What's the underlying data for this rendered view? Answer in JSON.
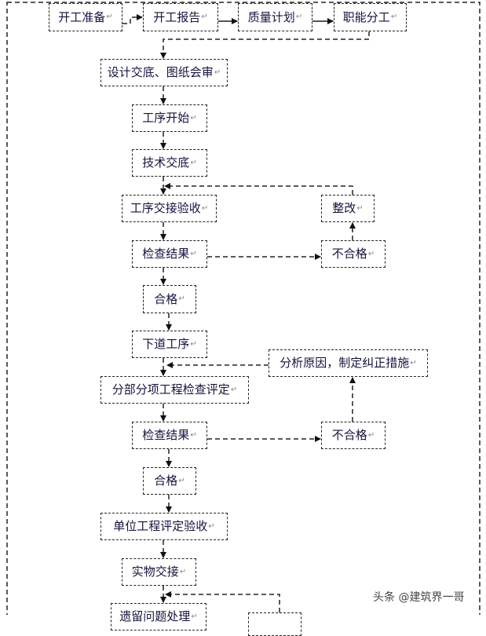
{
  "diagram": {
    "title_hidden": false,
    "nodes": [
      {
        "id": "kaigong-zhunbei",
        "label": "开工准备"
      },
      {
        "id": "kaigong-baogao",
        "label": "开工报告"
      },
      {
        "id": "zhiliang-jihua",
        "label": "质量计划"
      },
      {
        "id": "zhineng-fengong",
        "label": "职能分工"
      },
      {
        "id": "sheji-jiaodi",
        "label": "设计交底、图纸会审"
      },
      {
        "id": "gongxu-kaishi",
        "label": "工序开始"
      },
      {
        "id": "jishu-jiaodi",
        "label": "技术交底"
      },
      {
        "id": "gongxu-jiaojie",
        "label": "工序交接验收"
      },
      {
        "id": "zhenggai",
        "label": "整改"
      },
      {
        "id": "jiancha-jieguo-1",
        "label": "检查结果"
      },
      {
        "id": "buhege-1",
        "label": "不合格"
      },
      {
        "id": "hege-1",
        "label": "合格"
      },
      {
        "id": "xiadao-gongxu",
        "label": "下道工序"
      },
      {
        "id": "fenxi-yuanyin",
        "label": "分析原因，制定纠正措施"
      },
      {
        "id": "fenbu-fenxiang",
        "label": "分部分项工程检查评定"
      },
      {
        "id": "jiancha-jieguo-2",
        "label": "检查结果"
      },
      {
        "id": "buhege-2",
        "label": "不合格"
      },
      {
        "id": "hege-2",
        "label": "合格"
      },
      {
        "id": "danwei-gongcheng",
        "label": "单位工程评定验收"
      },
      {
        "id": "shiwu-jiaojie",
        "label": "实物交接"
      },
      {
        "id": "yiliu-wenti",
        "label": "遗留问题处理"
      },
      {
        "id": "partial-box",
        "label": ""
      }
    ],
    "paragraph_mark": "↵",
    "edges": [
      {
        "from": "kaigong-zhunbei",
        "to": "kaigong-baogao",
        "style": "dashed"
      },
      {
        "from": "kaigong-baogao",
        "to": "zhiliang-jihua",
        "style": "solid"
      },
      {
        "from": "zhiliang-jihua",
        "to": "zhineng-fengong",
        "style": "solid"
      },
      {
        "from": "zhineng-fengong",
        "to": "sheji-jiaodi",
        "style": "dashed"
      },
      {
        "from": "sheji-jiaodi",
        "to": "gongxu-kaishi",
        "style": "dashed"
      },
      {
        "from": "gongxu-kaishi",
        "to": "jishu-jiaodi",
        "style": "dashed"
      },
      {
        "from": "jishu-jiaodi",
        "to": "gongxu-jiaojie",
        "style": "dashed"
      },
      {
        "from": "gongxu-jiaojie",
        "to": "jiancha-jieguo-1",
        "style": "dashed"
      },
      {
        "from": "jiancha-jieguo-1",
        "to": "buhege-1",
        "style": "dashed"
      },
      {
        "from": "buhege-1",
        "to": "zhenggai",
        "style": "dashed"
      },
      {
        "from": "zhenggai",
        "to": "gongxu-jiaojie",
        "style": "dashed"
      },
      {
        "from": "jiancha-jieguo-1",
        "to": "hege-1",
        "style": "dashed"
      },
      {
        "from": "hege-1",
        "to": "xiadao-gongxu",
        "style": "dashed"
      },
      {
        "from": "xiadao-gongxu",
        "to": "fenbu-fenxiang",
        "style": "dashed"
      },
      {
        "from": "fenxi-yuanyin",
        "to": "fenbu-fenxiang",
        "style": "dashed"
      },
      {
        "from": "fenbu-fenxiang",
        "to": "jiancha-jieguo-2",
        "style": "dashed"
      },
      {
        "from": "jiancha-jieguo-2",
        "to": "buhege-2",
        "style": "dashed"
      },
      {
        "from": "buhege-2",
        "to": "fenxi-yuanyin",
        "style": "dashed"
      },
      {
        "from": "jiancha-jieguo-2",
        "to": "hege-2",
        "style": "dashed"
      },
      {
        "from": "hege-2",
        "to": "danwei-gongcheng",
        "style": "dashed"
      },
      {
        "from": "danwei-gongcheng",
        "to": "shiwu-jiaojie",
        "style": "dashed"
      },
      {
        "from": "shiwu-jiaojie",
        "to": "yiliu-wenti",
        "style": "dashed"
      },
      {
        "from": "partial-box",
        "to": "yiliu-wenti",
        "style": "dashed"
      }
    ]
  },
  "watermark": "头条 @建筑界一哥",
  "colors": {
    "text": "#14143c",
    "line": "#222222",
    "mark": "#888888"
  }
}
